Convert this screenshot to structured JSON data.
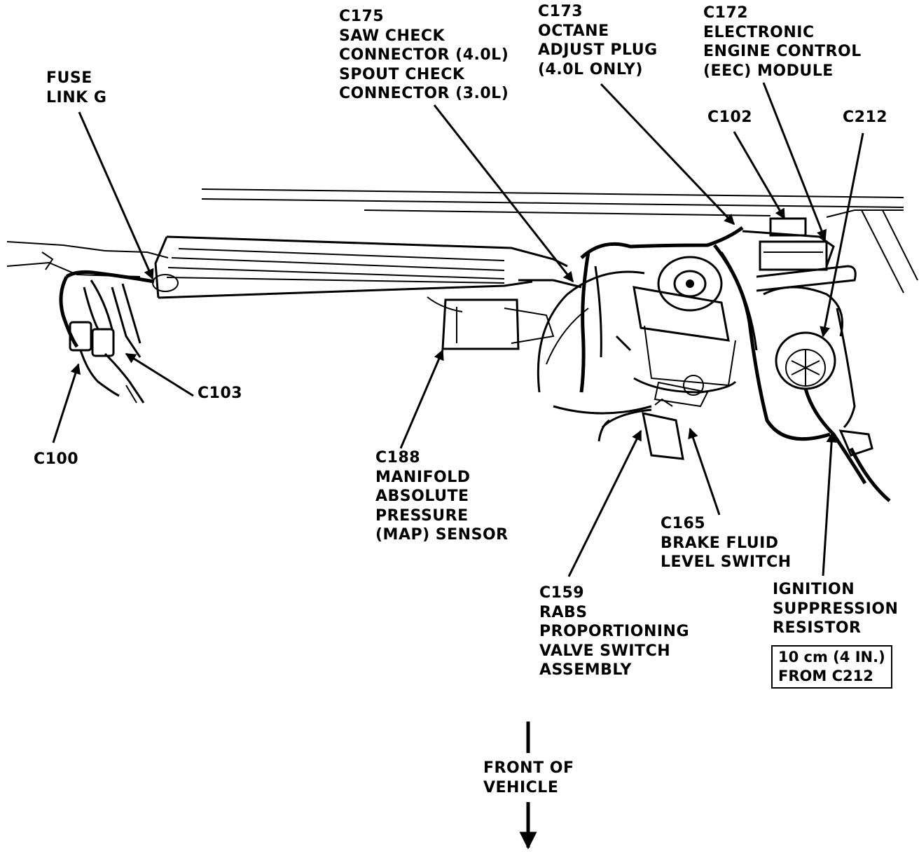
{
  "labels": {
    "fuse_link": [
      "FUSE",
      "LINK G"
    ],
    "c175": [
      "C175",
      "SAW CHECK",
      "CONNECTOR (4.0L)",
      "SPOUT CHECK",
      "CONNECTOR (3.0L)"
    ],
    "c173": [
      "C173",
      "OCTANE",
      "ADJUST PLUG",
      "(4.0L ONLY)"
    ],
    "c172": [
      "C172",
      "ELECTRONIC",
      "ENGINE CONTROL",
      "(EEC) MODULE"
    ],
    "c102": [
      "C102"
    ],
    "c212": [
      "C212"
    ],
    "c103": [
      "C103"
    ],
    "c100": [
      "C100"
    ],
    "c188": [
      "C188",
      "MANIFOLD",
      "ABSOLUTE",
      "PRESSURE",
      "(MAP) SENSOR"
    ],
    "c165": [
      "C165",
      "BRAKE FLUID",
      "LEVEL SWITCH"
    ],
    "c159": [
      "C159",
      "RABS",
      "PROPORTIONING",
      "VALVE SWITCH",
      "ASSEMBLY"
    ],
    "ignition": [
      "IGNITION",
      "SUPPRESSION",
      "RESISTOR"
    ],
    "ignition_note": [
      "10 cm (4 IN.)",
      "FROM C212"
    ],
    "front": [
      "FRONT OF",
      "VEHICLE"
    ]
  }
}
